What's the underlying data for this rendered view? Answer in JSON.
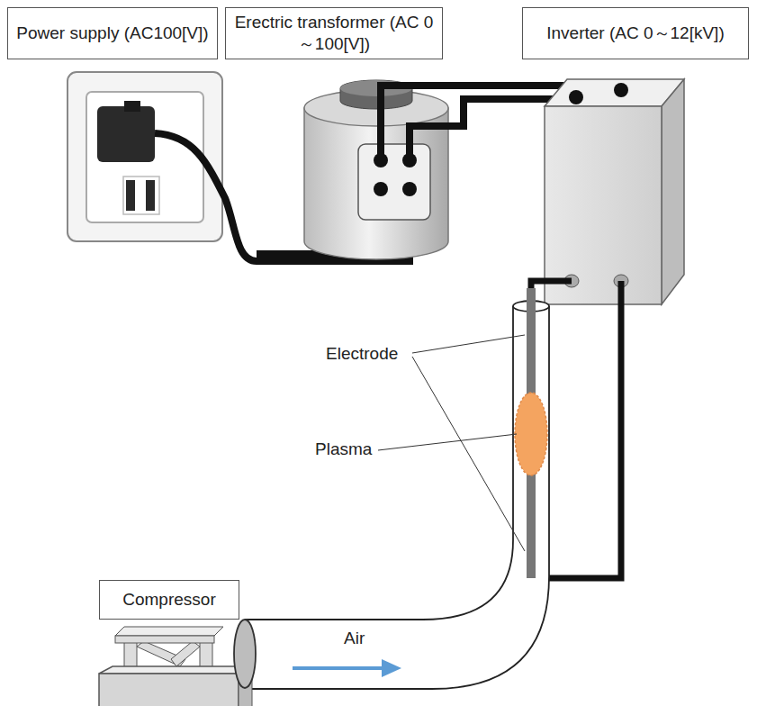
{
  "diagram": {
    "nodes": [
      {
        "text": [
          "Power supply (AC100[V])"
        ]
      },
      {
        "text": [
          "Erectric transformer (AC 0～100[V])"
        ]
      },
      {
        "text": [
          "Inverter (AC 0～12[kV])"
        ]
      },
      {
        "text": [
          "Compressor"
        ]
      }
    ],
    "labels": [
      "Electrode",
      "Plasma",
      "Air"
    ]
  }
}
